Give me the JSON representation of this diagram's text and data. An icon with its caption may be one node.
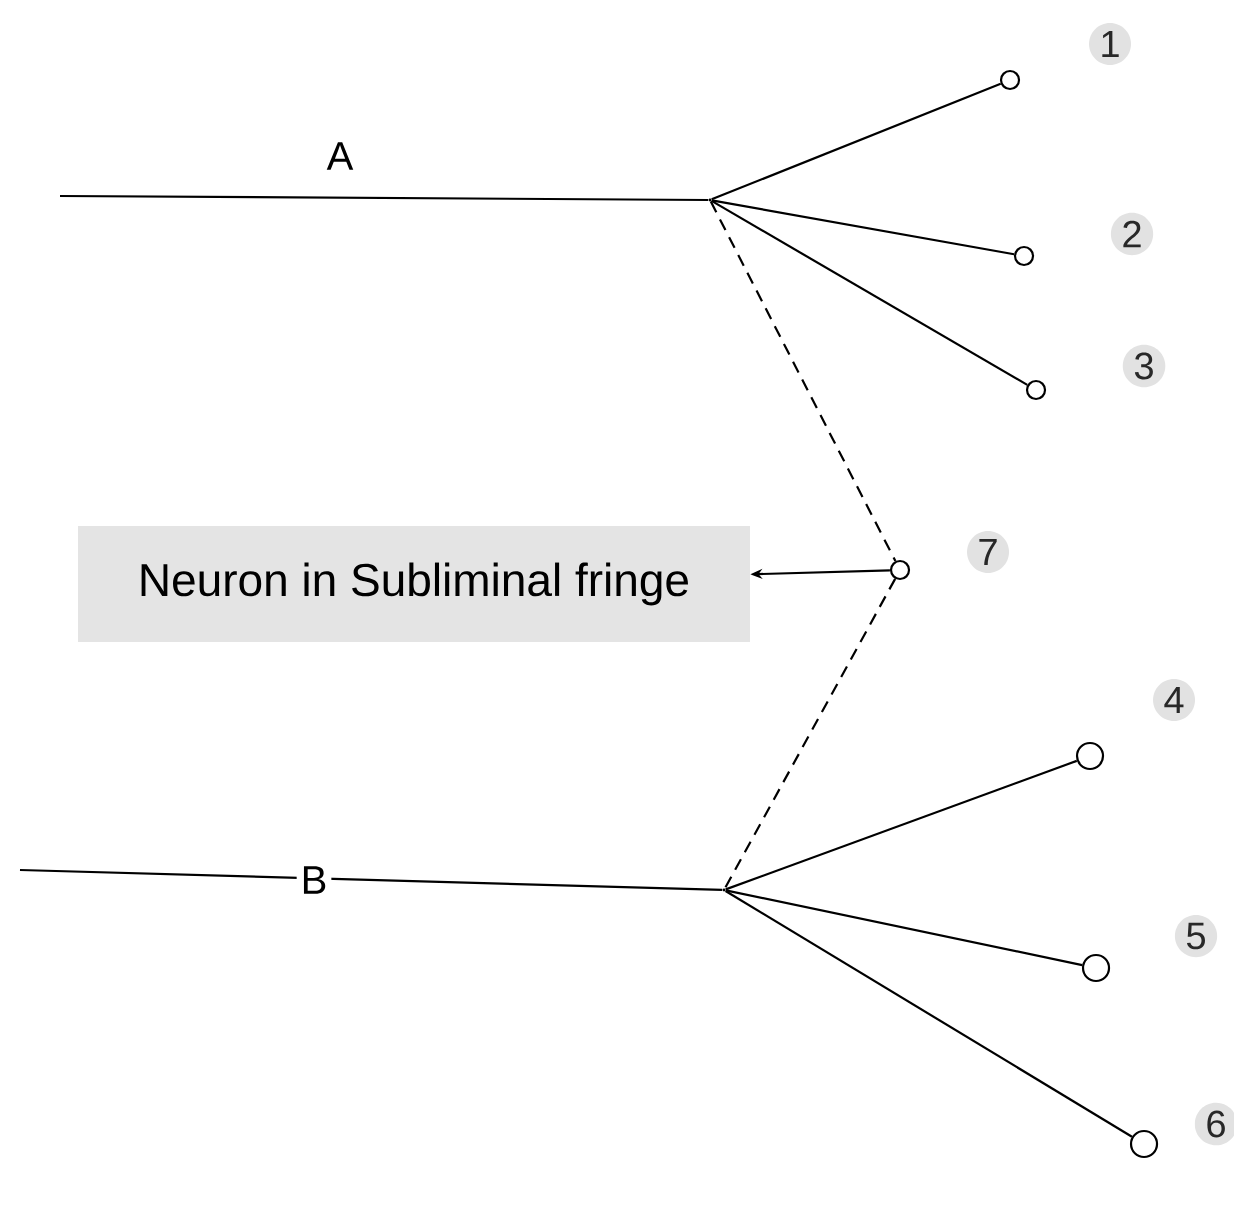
{
  "diagram": {
    "nodes": [
      {
        "text": [],
        "shape": "point"
      },
      {
        "text": [],
        "shape": "circle",
        "beside": [
          "1"
        ]
      },
      {
        "text": [],
        "shape": "circle",
        "beside": [
          "2"
        ]
      },
      {
        "text": [],
        "shape": "circle",
        "beside": [
          "3"
        ]
      },
      {
        "text": [
          "Neuron in Subliminal fringe"
        ]
      },
      {
        "text": [],
        "shape": "circle",
        "beside": [
          "7"
        ]
      },
      {
        "text": [],
        "shape": "point"
      },
      {
        "text": [],
        "shape": "circle",
        "beside": [
          "4"
        ]
      },
      {
        "text": [],
        "shape": "circle",
        "beside": [
          "5"
        ]
      },
      {
        "text": [],
        "shape": "circle",
        "beside": [
          "6"
        ]
      }
    ],
    "edges": [
      {
        "from": null,
        "to": 0,
        "arrow": "none",
        "label": "A"
      },
      {
        "from": 0,
        "to": 1,
        "arrow": "none"
      },
      {
        "from": 0,
        "to": 2,
        "arrow": "none"
      },
      {
        "from": 0,
        "to": 3,
        "arrow": "none"
      },
      {
        "from": 0,
        "to": 5,
        "arrow": "none",
        "style": "dashed"
      },
      {
        "from": 5,
        "to": 4,
        "arrow": "to"
      },
      {
        "from": 5,
        "to": 6,
        "arrow": "none",
        "style": "dashed"
      },
      {
        "from": null,
        "to": 6,
        "arrow": "none",
        "label": "B"
      },
      {
        "from": 6,
        "to": 7,
        "arrow": "none"
      },
      {
        "from": 6,
        "to": 8,
        "arrow": "none"
      },
      {
        "from": 6,
        "to": 9,
        "arrow": "none"
      }
    ]
  }
}
